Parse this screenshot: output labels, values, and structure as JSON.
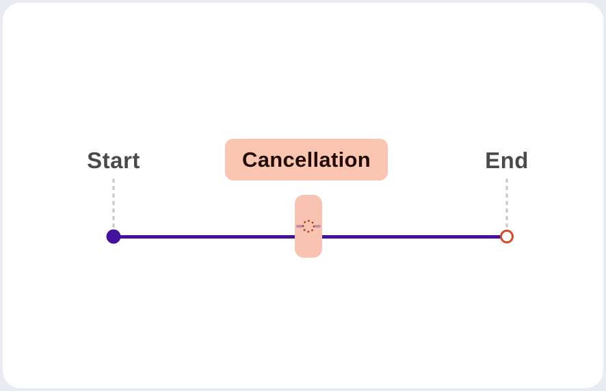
{
  "timeline": {
    "start_label": "Start",
    "event_label": "Cancellation",
    "end_label": "End"
  },
  "icons": {
    "handle": "dotted-circle-icon"
  },
  "colors": {
    "background": "#E9EBF2",
    "card": "#FFFFFF",
    "label_text": "#4A4A4C",
    "connector": "#C5C7CE",
    "line": "#45129B",
    "line_faded": "rgba(69,18,155,0.30)",
    "start_dot": "#45129B",
    "end_ring": "#D14A2B",
    "badge_bg": "#FAC5B1",
    "badge_text": "#230C05",
    "handle_bg": "#F8C3B0",
    "handle_dots": "#B23A1F"
  }
}
